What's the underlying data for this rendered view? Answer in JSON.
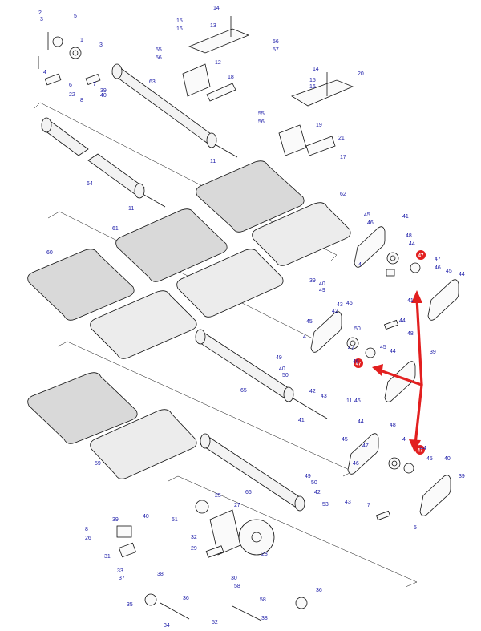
{
  "diagram": {
    "labels": [
      "2",
      "5",
      "3",
      "1",
      "3",
      "4",
      "6",
      "22",
      "7",
      "8",
      "39",
      "40",
      "63",
      "14",
      "15",
      "16",
      "13",
      "55",
      "56",
      "12",
      "56",
      "57",
      "18",
      "14",
      "15",
      "16",
      "20",
      "55",
      "56",
      "19",
      "21",
      "17",
      "11",
      "64",
      "11",
      "62",
      "61",
      "60",
      "59",
      "65",
      "66",
      "45",
      "41",
      "46",
      "48",
      "44",
      "47",
      "46",
      "45",
      "44",
      "4",
      "39",
      "40",
      "49",
      "50",
      "43",
      "42",
      "41",
      "46",
      "44",
      "48",
      "45",
      "4",
      "47",
      "46",
      "45",
      "44",
      "39",
      "49",
      "40",
      "50",
      "42",
      "43",
      "11",
      "46",
      "41",
      "44",
      "48",
      "45",
      "4",
      "47",
      "46",
      "44",
      "45",
      "39",
      "40",
      "49",
      "50",
      "42",
      "43",
      "7",
      "5",
      "39",
      "40",
      "8",
      "26",
      "31",
      "25",
      "27",
      "51",
      "32",
      "29",
      "28",
      "30",
      "58",
      "53",
      "33",
      "37",
      "38",
      "36",
      "35",
      "34",
      "52",
      "38",
      "58",
      "36"
    ],
    "callouts": [
      "47",
      "47",
      "47"
    ]
  }
}
